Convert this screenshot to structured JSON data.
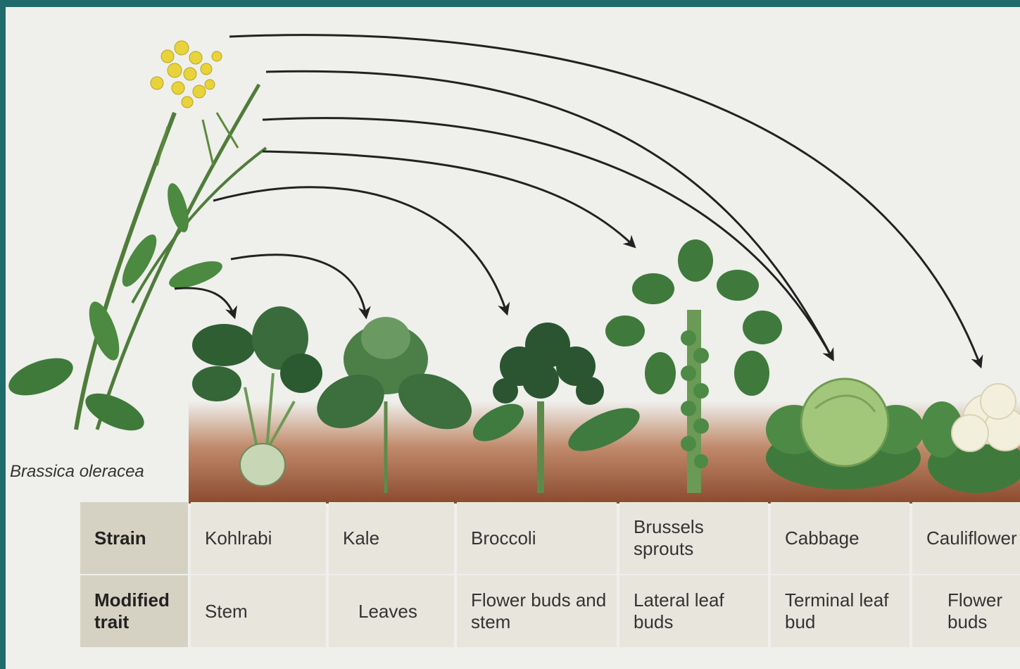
{
  "species_label": "Brassica oleracea",
  "table": {
    "row_headers": [
      "Strain",
      "Modified trait"
    ],
    "strains": [
      {
        "name": "Kohlrabi",
        "trait": "Stem"
      },
      {
        "name": "Kale",
        "trait": "Leaves"
      },
      {
        "name": "Broccoli",
        "trait": "Flower buds and stem"
      },
      {
        "name": "Brussels sprouts",
        "trait": "Lateral leaf buds"
      },
      {
        "name": "Cabbage",
        "trait": "Terminal leaf bud"
      },
      {
        "name": "Cauliflower",
        "trait": "Flower buds"
      }
    ]
  },
  "colors": {
    "frame_border": "#1f6b6b",
    "background": "#efefec",
    "header_cell": "#d6d2c3",
    "value_cell": "#e8e5dc",
    "soil": "#8b4a2e",
    "leaf_dark": "#2f6b35",
    "leaf_light": "#5c9a52",
    "flower_yellow": "#e8d43a",
    "cauliflower_curd": "#f2efdd",
    "arrow": "#222222"
  }
}
